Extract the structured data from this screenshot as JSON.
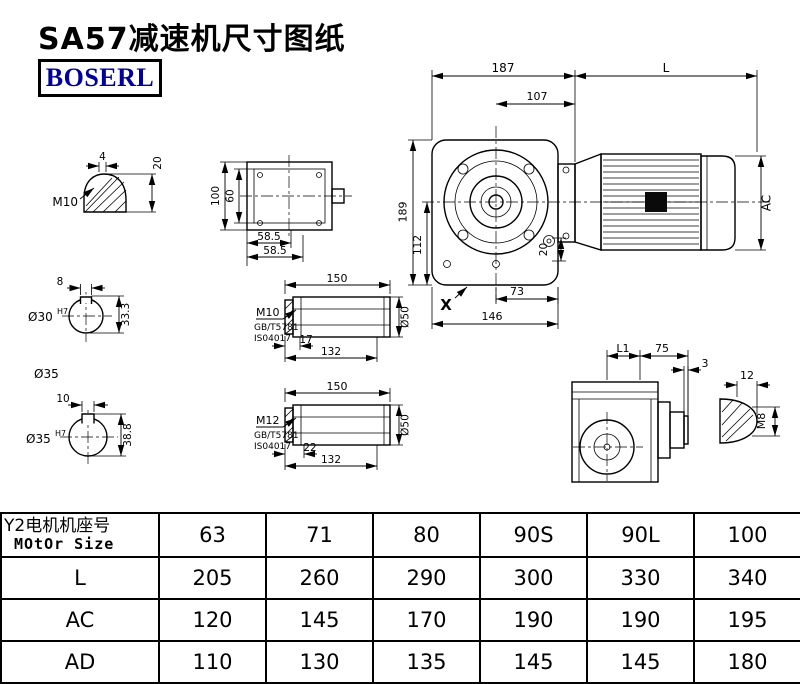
{
  "title": "SA57减速机尺寸图纸",
  "logo": {
    "text": "BOSERL"
  },
  "views": {
    "plug_m10": {
      "d4": "4",
      "d20": "20",
      "thread": "M10"
    },
    "flange_top": {
      "d100": "100",
      "d60": "60",
      "d585_1": "58.5",
      "d585_2": "58.5"
    },
    "bore30": {
      "key_width": "8",
      "bore": "Ø30",
      "bore_tol": "H7",
      "d333": "33.3"
    },
    "shaft30": {
      "d150": "150",
      "dia": "Ø50",
      "thread": "M10",
      "d17": "17",
      "d132": "132",
      "std1": "GB/T5781",
      "std2": "IS04017"
    },
    "bore35": {
      "key_width": "10",
      "dia_label": "Ø35",
      "bore": "Ø35",
      "bore_tol": "H7",
      "d388": "38.8"
    },
    "shaft35": {
      "d150": "150",
      "dia": "Ø50",
      "thread": "M12",
      "d22": "22",
      "d132": "132",
      "std1": "GB/T5781",
      "std2": "IS04017"
    },
    "main_front": {
      "d187": "187",
      "dL": "L",
      "d107": "107",
      "d189": "189",
      "d112": "112",
      "d20": "20",
      "d73": "73",
      "d146": "146",
      "dAC": "AC",
      "x_label": "X"
    },
    "side_output": {
      "dL1": "L1",
      "d75": "75",
      "d3": "3"
    },
    "plug_m8": {
      "d12": "12",
      "thread": "M8"
    }
  },
  "table": {
    "header": {
      "line1": "Y2电机机座号",
      "line2": "MOtOr Size"
    },
    "sizes": [
      "63",
      "71",
      "80",
      "90S",
      "90L",
      "100"
    ],
    "rows": [
      {
        "label": "L",
        "values": [
          "205",
          "260",
          "290",
          "300",
          "330",
          "340"
        ]
      },
      {
        "label": "AC",
        "values": [
          "120",
          "145",
          "170",
          "190",
          "190",
          "195"
        ]
      },
      {
        "label": "AD",
        "values": [
          "110",
          "130",
          "135",
          "145",
          "145",
          "180"
        ]
      }
    ]
  }
}
